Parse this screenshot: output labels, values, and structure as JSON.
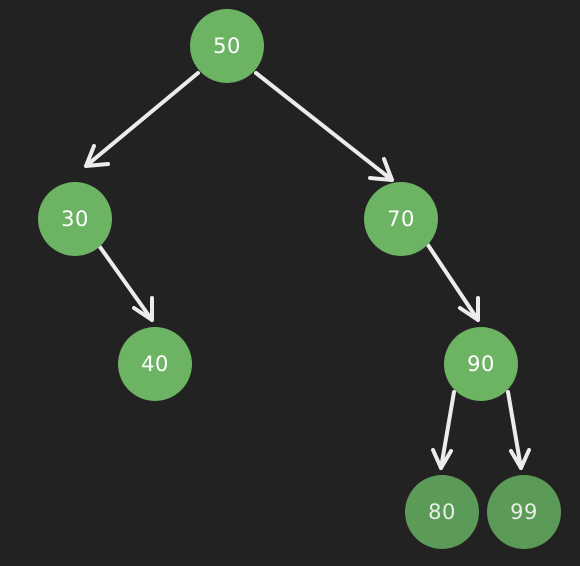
{
  "tree": {
    "nodes": [
      {
        "id": "n50",
        "label": "50"
      },
      {
        "id": "n30",
        "label": "30"
      },
      {
        "id": "n70",
        "label": "70"
      },
      {
        "id": "n40",
        "label": "40"
      },
      {
        "id": "n90",
        "label": "90"
      },
      {
        "id": "n80",
        "label": "80"
      },
      {
        "id": "n99",
        "label": "99"
      }
    ],
    "edges": [
      {
        "from": "n50",
        "to": "n30"
      },
      {
        "from": "n50",
        "to": "n70"
      },
      {
        "from": "n30",
        "to": "n40"
      },
      {
        "from": "n70",
        "to": "n90"
      },
      {
        "from": "n90",
        "to": "n80"
      },
      {
        "from": "n90",
        "to": "n99"
      }
    ]
  },
  "colors": {
    "background": "#232222",
    "node_fill": "#6cb464",
    "node_fill_dim": "#5c9a57",
    "edge": "#ececec",
    "text": "#ffffff"
  }
}
